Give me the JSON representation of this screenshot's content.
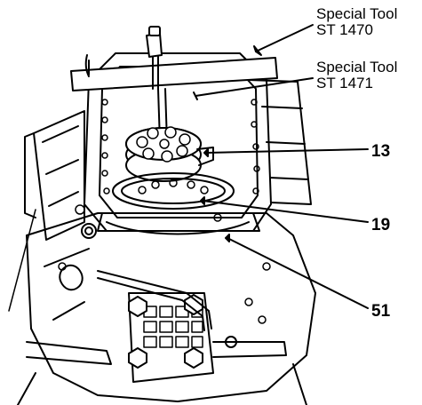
{
  "callouts": {
    "tool_1470": {
      "line1": "Special Tool",
      "line2": "ST 1470"
    },
    "tool_1471": {
      "line1": "Special Tool",
      "line2": "ST 1471"
    },
    "ref_13": "13",
    "ref_19": "19",
    "ref_51": "51"
  },
  "colors": {
    "line": "#000000",
    "background": "#ffffff"
  }
}
